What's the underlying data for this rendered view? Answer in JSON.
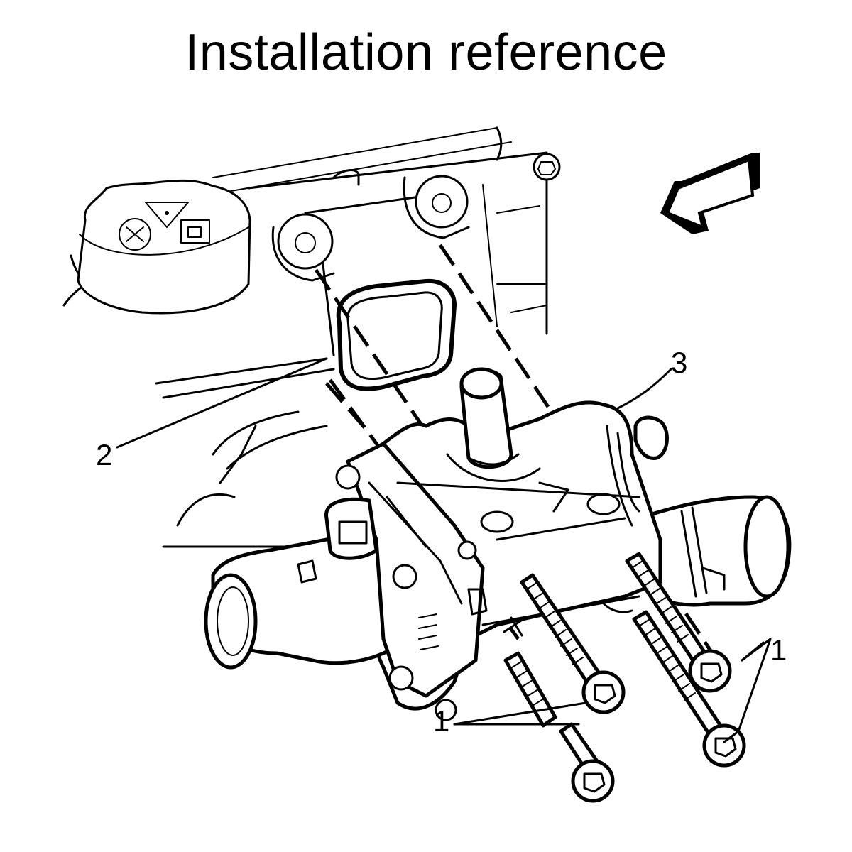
{
  "title": "Installation reference",
  "callouts": {
    "bolts_upper": "1",
    "bolts_lower": "1",
    "gasket": "2",
    "housing": "3"
  },
  "icons": [
    "direction-arrow-icon",
    "warning-triangle-icon"
  ],
  "colors": {
    "line": "#000000",
    "background": "#ffffff"
  }
}
